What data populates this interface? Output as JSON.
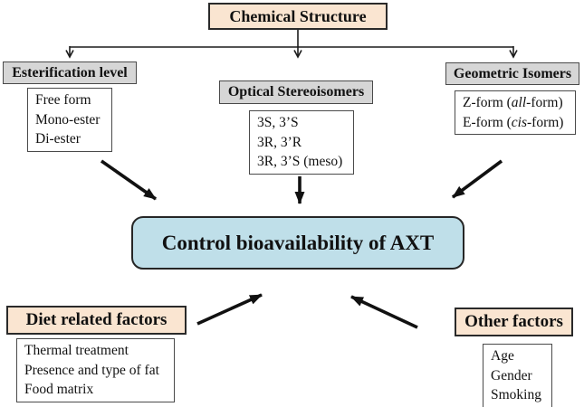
{
  "colors": {
    "beige": "#FAE5D1",
    "gray": "#D6D6D6",
    "blue": "#BFDFE9",
    "line": "#1c1c1c"
  },
  "top": {
    "label": "Chemical Structure"
  },
  "branches": [
    {
      "header": "Esterification level",
      "items": [
        "Free form",
        "Mono-ester",
        "Di-ester"
      ]
    },
    {
      "header": "Optical Stereoisomers",
      "items": [
        "3S, 3’S",
        "3R, 3’R",
        "3R, 3’S (meso)"
      ]
    },
    {
      "header": "Geometric Isomers",
      "items": [
        {
          "pre": "Z-form (",
          "italic": "all",
          "post": "-form)"
        },
        {
          "pre": "E-form (",
          "italic": "cis",
          "post": "-form)"
        }
      ]
    }
  ],
  "center": {
    "label": "Control bioavailability of AXT"
  },
  "bottom_left": {
    "header": "Diet related factors",
    "items": [
      "Thermal treatment",
      "Presence and type of fat",
      "Food matrix"
    ]
  },
  "bottom_right": {
    "header": "Other factors",
    "items": [
      "Age",
      "Gender",
      "Smoking"
    ]
  }
}
